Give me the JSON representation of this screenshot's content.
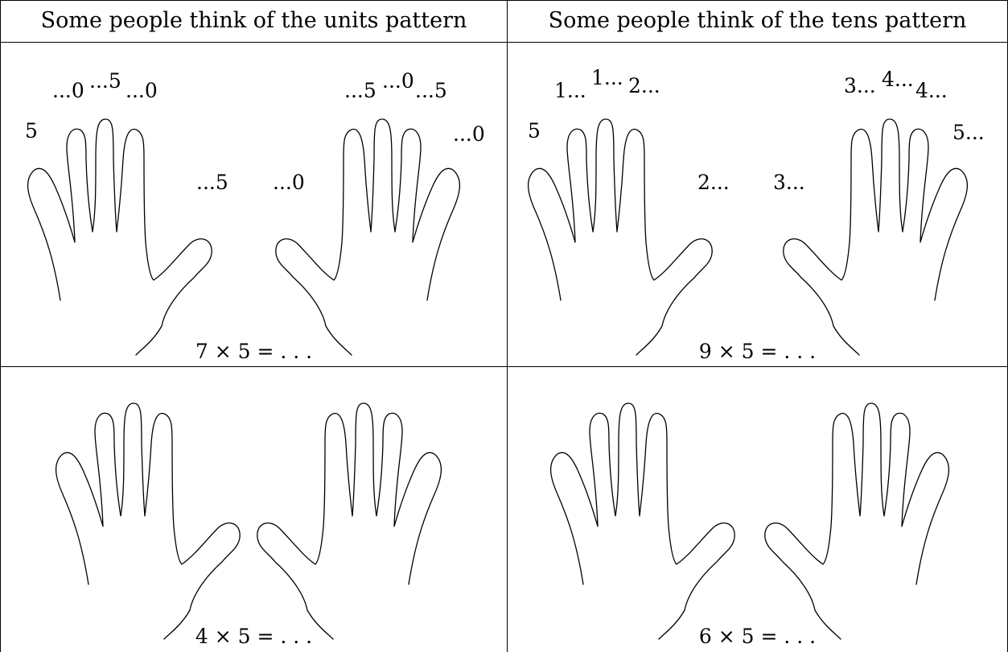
{
  "headers": {
    "left": "Some people think of the units pattern",
    "right": "Some people think of the tens pattern"
  },
  "cells": [
    {
      "equation": "7 × 5 = . . .",
      "labels": {
        "left_thumb": "5",
        "left_index": "...0",
        "left_middle": "...5",
        "left_ring": "...0",
        "left_pinky": "...5",
        "right_thumb": "...0",
        "right_index": "...5",
        "right_middle": "...0",
        "right_ring": "...5",
        "right_pinky": "...0"
      }
    },
    {
      "equation": "9 × 5 = . . .",
      "labels": {
        "left_thumb": "5",
        "left_index": "1...",
        "left_middle": "1...",
        "left_ring": "2...",
        "left_pinky": "2...",
        "right_thumb": "3...",
        "right_index": "3...",
        "right_middle": "4...",
        "right_ring": "4...",
        "right_pinky": "5..."
      }
    },
    {
      "equation": "4 × 5 = . . .",
      "labels": {}
    },
    {
      "equation": "6 × 5 = . . .",
      "labels": {}
    }
  ]
}
